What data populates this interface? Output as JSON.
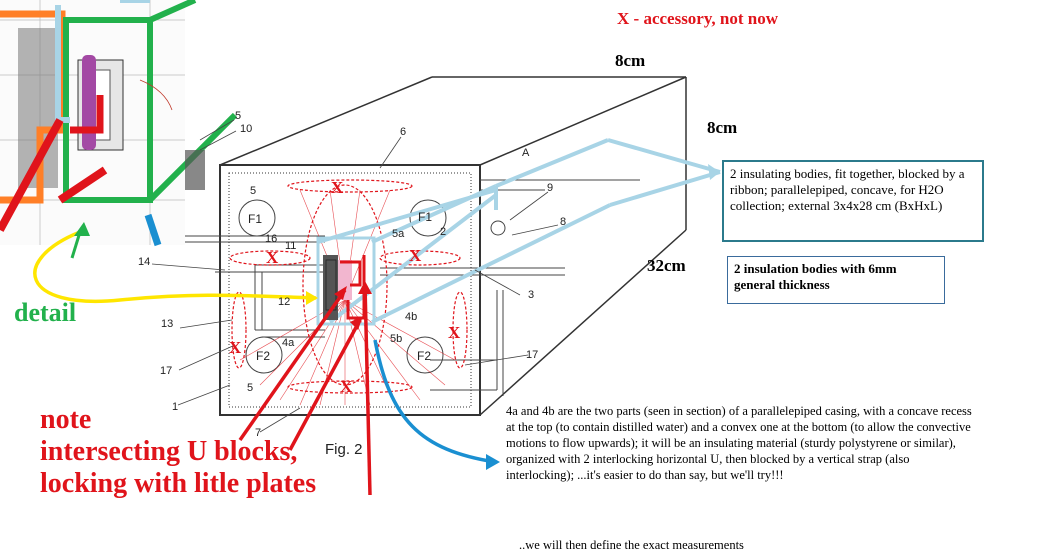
{
  "header_note": "X - accessory, not now",
  "dimensions": {
    "width": "8cm",
    "depth": "8cm",
    "length": "32cm"
  },
  "box_insulating": "2 insulating bodies, fit together, blocked by a ribbon; parallelepiped, concave, for H2O collection; external 3x4x28 cm (BxHxL)",
  "box_insulation": "2 insulation bodies with 6mm general thickness",
  "detail_label": "detail",
  "note_label": "note\nintersecting U blocks,\nlocking with litle plates",
  "fig_label": "Fig. 2",
  "description": "4a and 4b are the two parts (seen in section) of a parallelepiped casing, with a concave recess at the top (to contain distilled water) and a convex one at the bottom (to allow the convective motions to flow upwards); it will be an insulating material (sturdy polystyrene or similar), organized with 2 interlocking horizontal U, then blocked by a vertical strap (also interlocking); ...it's easier to do than say, but we'll try!!!",
  "footer": "..we will then define the exact measurements",
  "x_mark": "X",
  "part_labels": {
    "p5a": "5",
    "p10": "10",
    "p6": "6",
    "pA": "A",
    "p9": "9",
    "p8": "8",
    "p5b": "5",
    "pF1a": "F1",
    "pF1b": "F1",
    "p2": "2",
    "p5c": "5a",
    "p16": "16",
    "p11": "11",
    "p14": "14",
    "p3": "3",
    "p12": "12",
    "p13": "13",
    "p4a": "4a",
    "p4b": "4b",
    "p5d": "5b",
    "pF2a": "F2",
    "pF2b": "F2",
    "p17a": "17",
    "p17b": "17",
    "p1": "1",
    "p5e": "5",
    "p7": "7"
  },
  "colors": {
    "red": "#e0141b",
    "teal_box": "#2b7a8c",
    "light_blue": "#a8d4e6",
    "green": "#22b14c",
    "orange": "#ff7f27",
    "yellow": "#ffe600",
    "blue_arrow": "#1a8fd1",
    "purple": "#a349a4"
  }
}
